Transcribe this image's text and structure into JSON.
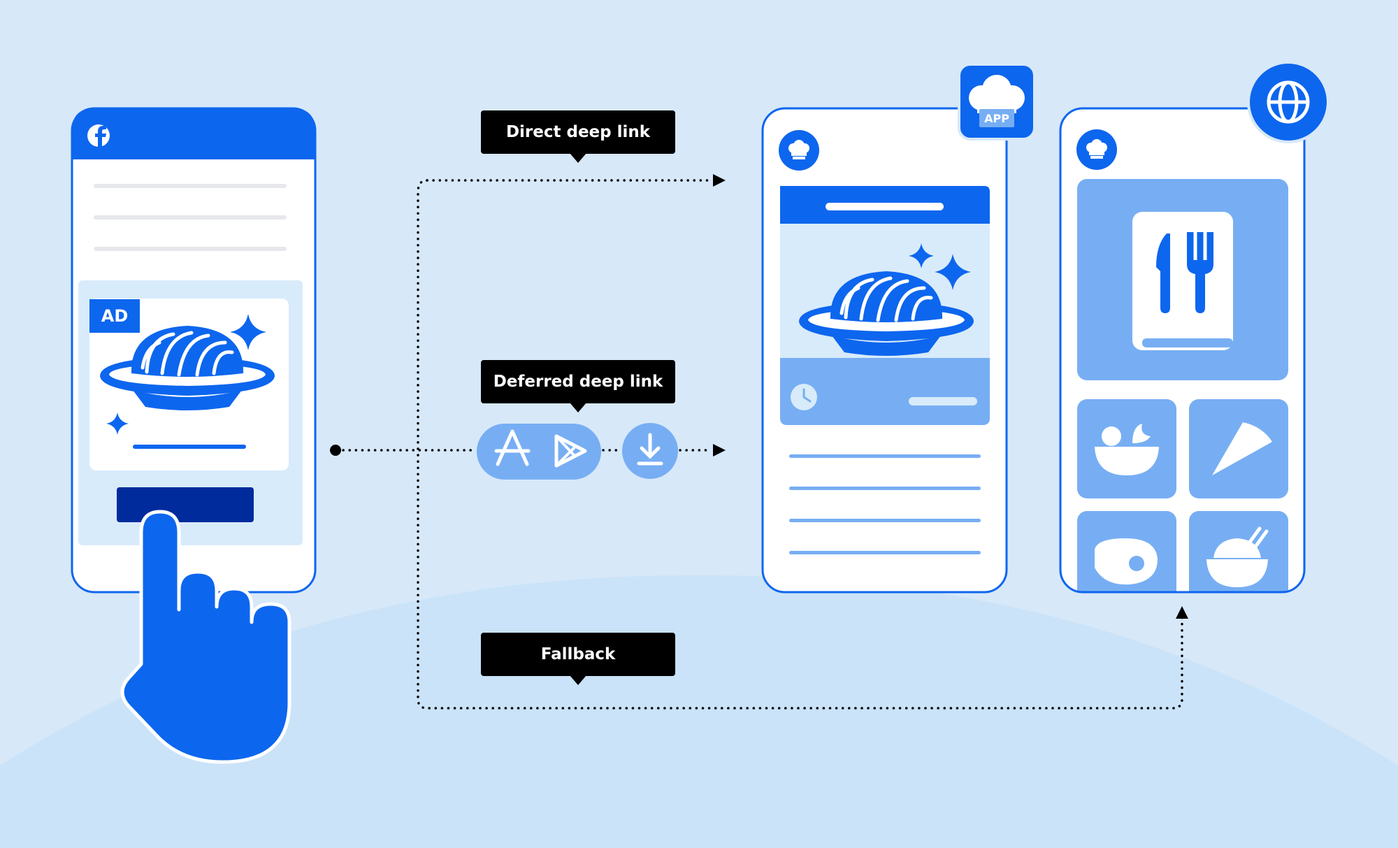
{
  "colors": {
    "background": "#d7e8f9",
    "ground": "#cae3f8",
    "brand_blue": "#0d66ee",
    "light_blue": "#77aef3",
    "navy": "#002b9c",
    "white": "#ffffff",
    "black": "#000000"
  },
  "labels": {
    "direct": "Direct deep link",
    "deferred": "Deferred deep link",
    "fallback": "Fallback"
  },
  "ad_badge": "AD",
  "app_badge": "APP",
  "icons": {
    "social": "facebook-icon",
    "app": "chef-hat-icon",
    "web": "globe-icon",
    "stores": [
      "app-store-icon",
      "google-play-icon"
    ],
    "install": "download-icon",
    "menu": "fork-knife-icon",
    "food": [
      "salad-icon",
      "pizza-icon",
      "steak-icon",
      "rice-bowl-icon"
    ]
  }
}
